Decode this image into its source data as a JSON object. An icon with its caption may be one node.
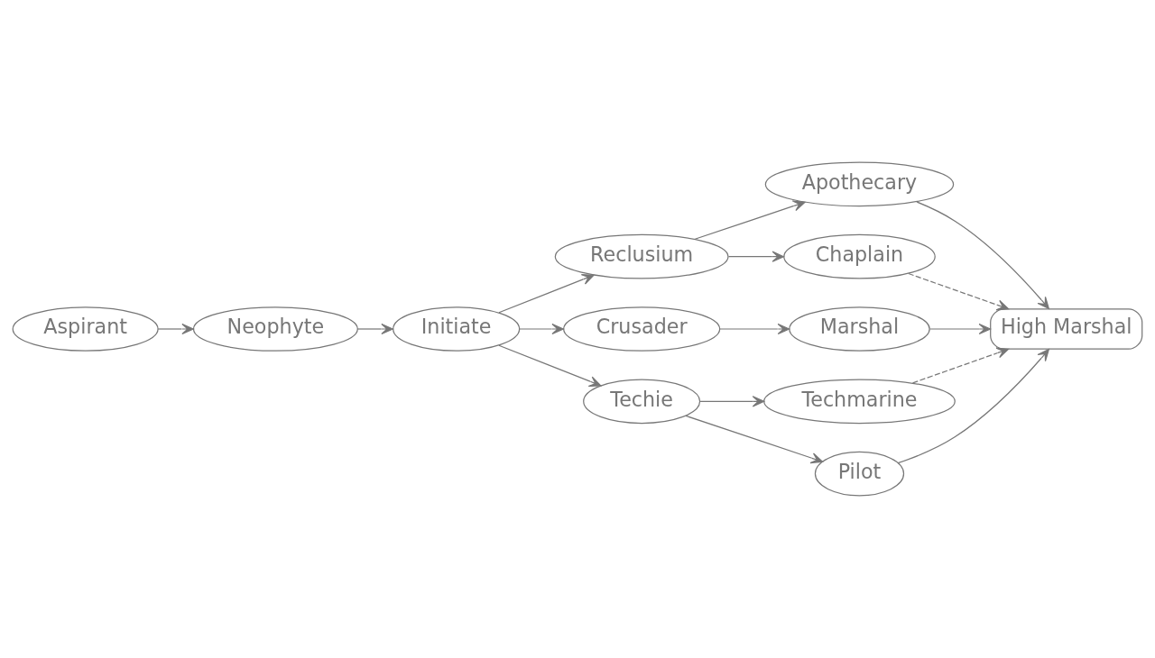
{
  "diagram": {
    "nodes": [
      {
        "text": [
          "Aspirant"
        ]
      },
      {
        "text": [
          "Neophyte"
        ]
      },
      {
        "text": [
          "Initiate"
        ]
      },
      {
        "text": [
          "Apothecary"
        ]
      },
      {
        "text": [
          "Reclusium"
        ]
      },
      {
        "text": [
          "Chaplain"
        ]
      },
      {
        "text": [
          "Crusader"
        ]
      },
      {
        "text": [
          "Marshal"
        ]
      },
      {
        "text": [
          "High Marshal"
        ]
      },
      {
        "text": [
          "Techie"
        ]
      },
      {
        "text": [
          "Techmarine"
        ]
      },
      {
        "text": [
          "Pilot"
        ]
      }
    ],
    "edges": [
      {
        "from": 0,
        "to": 1,
        "arrow": "to"
      },
      {
        "from": 1,
        "to": 2,
        "arrow": "to"
      },
      {
        "from": 2,
        "to": 4,
        "arrow": "to"
      },
      {
        "from": 2,
        "to": 6,
        "arrow": "to"
      },
      {
        "from": 2,
        "to": 9,
        "arrow": "to"
      },
      {
        "from": 4,
        "to": 3,
        "arrow": "to"
      },
      {
        "from": 4,
        "to": 5,
        "arrow": "to"
      },
      {
        "from": 6,
        "to": 7,
        "arrow": "to"
      },
      {
        "from": 7,
        "to": 8,
        "arrow": "to"
      },
      {
        "from": 9,
        "to": 10,
        "arrow": "to"
      },
      {
        "from": 9,
        "to": 11,
        "arrow": "to"
      },
      {
        "from": 3,
        "to": 8,
        "arrow": "to"
      },
      {
        "from": 5,
        "to": 8,
        "arrow": "to",
        "style": "dashed"
      },
      {
        "from": 10,
        "to": 8,
        "arrow": "to",
        "style": "dashed"
      },
      {
        "from": 11,
        "to": 8,
        "arrow": "to"
      }
    ]
  }
}
